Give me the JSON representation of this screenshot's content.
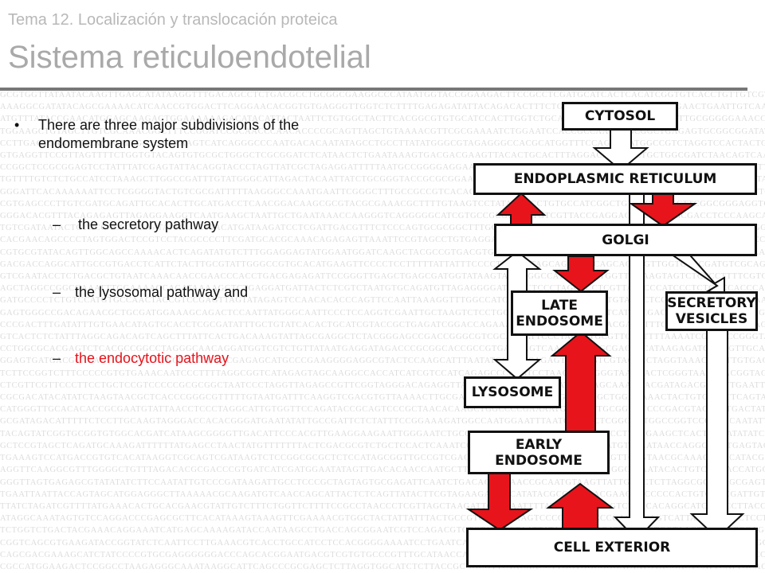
{
  "header": {
    "subtitle": "Tema 12. Localización y translocación proteica",
    "title": "Sistema reticuloendotelial"
  },
  "content": {
    "bullet_marker": "•",
    "dash_marker": "–",
    "main_bullet": "There are three major subdivisions of the endomembrane system",
    "sub_items": [
      "the secretory pathway",
      "the lysosomal pathway and",
      "the endocytotic pathway"
    ],
    "highlight_color": "#e8141c"
  },
  "diagram": {
    "boxes": {
      "cytosol": "CYTOSOL",
      "er": "ENDOPLASMIC RETICULUM",
      "golgi": "GOLGI",
      "late_endosome": "LATE ENDOSOME",
      "secretory_vesicles": "SECRETORY VESICLES",
      "lysosome": "LYSOSOME",
      "early_endosome": "EARLY ENDOSOME",
      "cell_exterior": "CELL EXTERIOR"
    },
    "arrow_color": "#e8141c"
  }
}
